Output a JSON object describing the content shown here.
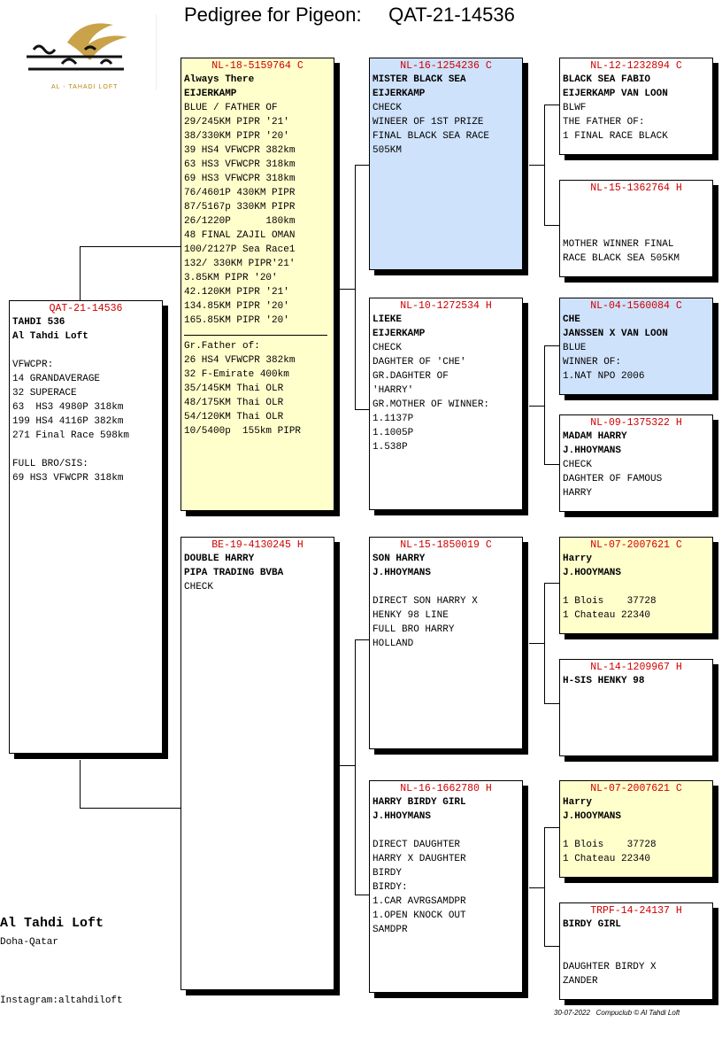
{
  "page": {
    "title": "Pedigree for Pigeon:     QAT-21-14536",
    "logo_text": "AL - TAHADI LOFT"
  },
  "colors": {
    "ring_red": "#d00000",
    "yellow": "#ffffcc",
    "blue": "#cfe2fb"
  },
  "boxes": {
    "subject": {
      "ring": "QAT-21-14536",
      "lines": [
        "TAHDI 536",
        "Al Tahdi Loft",
        "",
        "VFWCPR:",
        "14 GRANDAVERAGE",
        "32 SUPERACE",
        "63  HS3 4980P 318km",
        "199 HS4 4116P 382km",
        "271 Final Race 598km",
        "",
        "FULL BRO/SIS:",
        "69 HS3 VFWCPR 318km"
      ]
    },
    "sire": {
      "ring": "NL-18-5159764 C",
      "lines": [
        "Always There",
        "EIJERKAMP",
        "BLUE / FATHER OF",
        "29/245KM PIPR '21'",
        "38/330KM PIPR '20'",
        "39 HS4 VFWCPR 382km",
        "63 HS3 VFWCPR 318km",
        "69 HS3 VFWCPR 318km",
        "76/4601P 430KM PIPR",
        "87/5167p 330KM PIPR",
        "26/1220P      180km",
        "48 FINAL ZAJIL OMAN",
        "100/2127P Sea Race1",
        "132/ 330KM PIPR'21'",
        "3.85KM PIPR '20'",
        "42.120KM PIPR '21'",
        "134.85KM PIPR '20'",
        "165.85KM PIPR '20'"
      ],
      "lines2": [
        "Gr.Father of:",
        "26 HS4 VFWCPR 382km",
        "32 F-Emirate 400km",
        "35/145KM Thai OLR",
        "48/175KM Thai OLR",
        "54/120KM Thai OLR",
        "10/5400p  155km PIPR"
      ]
    },
    "dam": {
      "ring": "BE-19-4130245 H",
      "lines": [
        "DOUBLE HARRY",
        "PIPA TRADING BVBA",
        "CHECK"
      ]
    },
    "ss": {
      "ring": "NL-16-1254236 C",
      "lines": [
        "MISTER BLACK SEA",
        "EIJERKAMP",
        "CHECK",
        "WINEER OF 1ST PRIZE",
        "FINAL BLACK SEA RACE",
        "505KM"
      ]
    },
    "sd": {
      "ring": "NL-10-1272534 H",
      "lines": [
        "LIEKE",
        "EIJERKAMP",
        "CHECK",
        "DAGHTER OF 'CHE'",
        "GR.DAGHTER OF",
        "'HARRY'",
        "GR.MOTHER OF WINNER:",
        "1.1137P",
        "1.1005P",
        "1.538P"
      ]
    },
    "ds": {
      "ring": "NL-15-1850019 C",
      "lines": [
        "SON HARRY",
        "J.HHOYMANS",
        "",
        "DIRECT SON HARRY X",
        "HENKY 98 LINE",
        "FULL BRO HARRY",
        "HOLLAND"
      ]
    },
    "dd": {
      "ring": "NL-16-1662780 H",
      "lines": [
        "HARRY BIRDY GIRL",
        "J.HHOYMANS",
        "",
        "DIRECT DAUGHTER",
        "HARRY X DAUGHTER",
        "BIRDY",
        "BIRDY:",
        "1.CAR AVRGSAMDPR",
        "1.OPEN KNOCK OUT",
        "SAMDPR"
      ]
    },
    "sss": {
      "ring": "NL-12-1232894 C",
      "lines": [
        "BLACK SEA FABIO",
        "EIJERKAMP VAN LOON",
        "BLWF",
        "THE FATHER OF:",
        "1 FINAL RACE BLACK"
      ]
    },
    "ssd": {
      "ring": "NL-15-1362764 H",
      "lines": [
        "",
        "",
        "",
        "MOTHER WINNER FINAL",
        "RACE BLACK SEA 505KM"
      ]
    },
    "sds": {
      "ring": "NL-04-1560084 C",
      "lines": [
        "CHE",
        "JANSSEN X VAN LOON",
        "BLUE",
        "WINNER OF:",
        "1.NAT NPO 2006"
      ]
    },
    "sdd": {
      "ring": "NL-09-1375322 H",
      "lines": [
        "MADAM HARRY",
        "J.HHOYMANS",
        "CHECK",
        "DAGHTER OF FAMOUS",
        "HARRY"
      ]
    },
    "dss": {
      "ring": "NL-07-2007621 C",
      "lines": [
        "Harry",
        "J.HOOYMANS",
        "",
        "1 Blois    37728",
        "1 Chateau 22340"
      ]
    },
    "dsd": {
      "ring": "NL-14-1209967 H",
      "lines": [
        "H-SIS HENKY 98"
      ]
    },
    "dds": {
      "ring": "NL-07-2007621 C",
      "lines": [
        "Harry",
        "J.HOOYMANS",
        "",
        "1 Blois    37728",
        "1 Chateau 22340"
      ]
    },
    "ddd": {
      "ring": "TRPF-14-24137 H",
      "lines": [
        "BIRDY GIRL",
        "",
        "",
        "DAUGHTER BIRDY X",
        "ZANDER"
      ]
    }
  },
  "footer": {
    "loft_name": "Al Tahdi Loft",
    "location": "Doha-Qatar",
    "instagram": "Instagram:altahdiloft",
    "stamp": "30-07-2022   Compuclub © Al Tahdi Loft"
  }
}
